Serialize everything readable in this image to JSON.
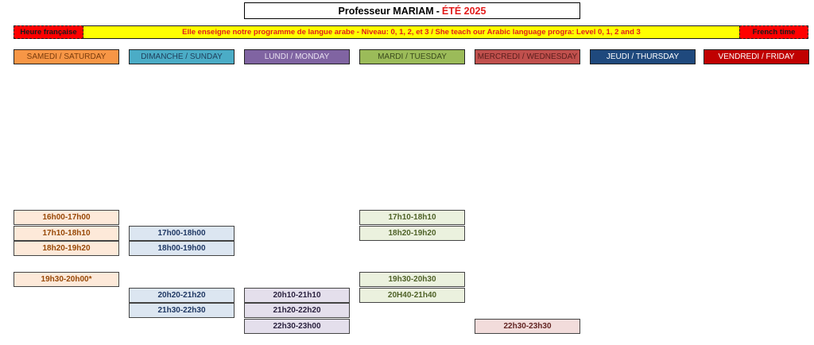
{
  "header": {
    "title_main": "Professeur MARIAM",
    "title_sep": "-",
    "title_season": "ÉTÉ 2025"
  },
  "banner": {
    "left": "Heure française",
    "center": "Elle enseigne notre programme de langue arabe - Niveau: 0, 1, 2, et 3 / She teach our Arabic language progra: Level 0, 1, 2 and 3",
    "right": "French time"
  },
  "days": [
    {
      "label": "SAMEDI / SATURDAY",
      "bg": "#f79646",
      "fg": "#7a3b0c",
      "slot_bg": "#fde9d9",
      "slot_fg": "#974806"
    },
    {
      "label": "DIMANCHE / SUNDAY",
      "bg": "#4bacc6",
      "fg": "#1f3d5a",
      "slot_bg": "#dce6f1",
      "slot_fg": "#1f3864"
    },
    {
      "label": "LUNDI / MONDAY",
      "bg": "#8064a2",
      "fg": "#e8e0f0",
      "slot_bg": "#e4dfec",
      "slot_fg": "#2b2240"
    },
    {
      "label": "MARDI / TUESDAY",
      "bg": "#9bbb59",
      "fg": "#3a4a1c",
      "slot_bg": "#ebf1de",
      "slot_fg": "#4f6228"
    },
    {
      "label": "MERCREDI / WEDNESDAY",
      "bg": "#c0504d",
      "fg": "#5a1e1c",
      "slot_bg": "#f2dcdb",
      "slot_fg": "#632523"
    },
    {
      "label": "JEUDI / THURSDAY",
      "bg": "#1f497d",
      "fg": "#ffffff",
      "slot_bg": "#dce6f1",
      "slot_fg": "#1f3864"
    },
    {
      "label": "VENDREDI / FRIDAY",
      "bg": "#c00000",
      "fg": "#ffffff",
      "slot_bg": "#f2dcdb",
      "slot_fg": "#632523"
    }
  ],
  "slots": {
    "saturday": [
      {
        "time": "16h00-17h00",
        "row": 0
      },
      {
        "time": "17h10-18h10",
        "row": 1
      },
      {
        "time": "18h20-19h20",
        "row": 2
      },
      {
        "time": "19h30-20h00*",
        "row": 4
      }
    ],
    "sunday": [
      {
        "time": "17h00-18h00",
        "row": 1
      },
      {
        "time": "18h00-19h00",
        "row": 2
      },
      {
        "time": "20h20-21h20",
        "row": 5
      },
      {
        "time": "21h30-22h30",
        "row": 6
      }
    ],
    "monday": [
      {
        "time": "20h10-21h10",
        "row": 5
      },
      {
        "time": "21h20-22h20",
        "row": 6
      },
      {
        "time": "22h30-23h00",
        "row": 7
      }
    ],
    "tuesday": [
      {
        "time": "17h10-18h10",
        "row": 0
      },
      {
        "time": "18h20-19h20",
        "row": 1
      },
      {
        "time": "19h30-20h30",
        "row": 4
      },
      {
        "time": "20H40-21h40",
        "row": 5
      }
    ],
    "wednesday": [
      {
        "time": "22h30-23h30",
        "row": 7
      }
    ],
    "thursday": [],
    "friday": []
  }
}
